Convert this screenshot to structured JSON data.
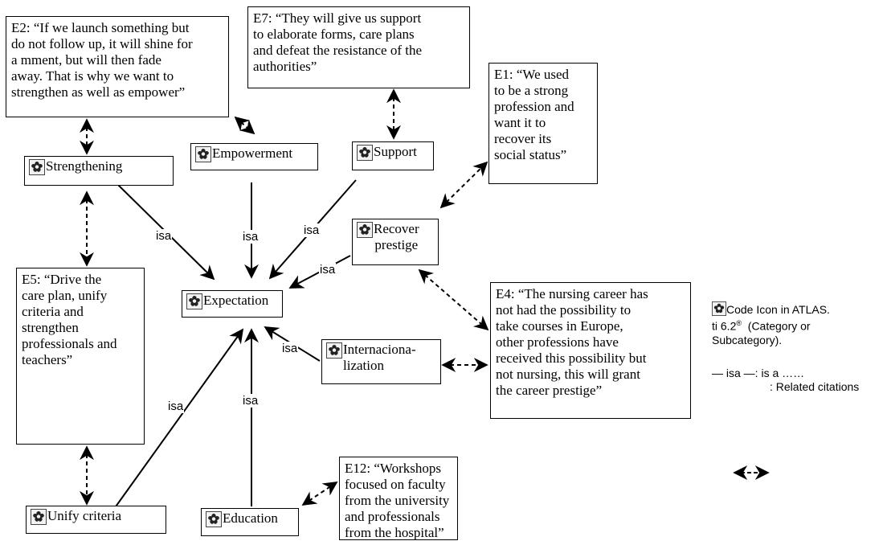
{
  "quotes": {
    "e2": "E2: “If we launch something but\ndo not follow up, it will shine for\na mment, but will then fade\naway. That is why we want to\nstrengthen as well as empower”",
    "e7": "E7: “They will give us support\nto elaborate forms, care plans\nand defeat the resistance of the\nauthorities”",
    "e1": "E1: “We used\nto be a strong\nprofession and\nwant it to\nrecover its\nsocial status”",
    "e5": "E5: “Drive the\ncare plan, unify\ncriteria and\nstrengthen\nprofessionals and\nteachers”",
    "e4": "E4: “The nursing career has\nnot had the possibility to\ntake courses in Europe,\nother professions have\nreceived this possibility but\nnot nursing, this will grant\nthe career prestige”",
    "e12": "E12: “Workshops\nfocused on faculty\nfrom the university\nand professionals\nfrom the hospital”"
  },
  "codes": {
    "strengthening": "Strengthening",
    "empowerment": "Empowerment",
    "support": "Support",
    "recover_prestige": "Recover\nprestige",
    "expectation": "Expectation",
    "internacionalization": "Internaciona-\nlization",
    "unify_criteria": "Unify criteria",
    "education": "Education"
  },
  "isa_label": "isa",
  "legend": {
    "code_icon_line1": "Code Icon in ATLAS.",
    "code_icon_line2": "ti 6.2",
    "code_icon_sup": "®",
    "code_icon_line2_rest": "  (Category or",
    "code_icon_line3": "Subcategory).",
    "isa_row": "— isa —: is a ……",
    "related_row": ": Related citations"
  },
  "icon": "atlas-code-icon"
}
